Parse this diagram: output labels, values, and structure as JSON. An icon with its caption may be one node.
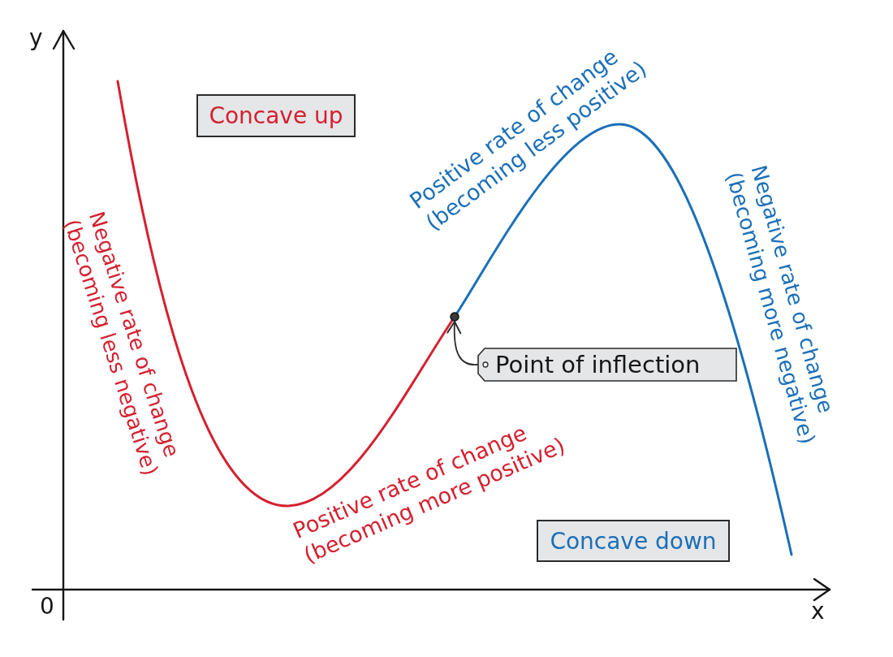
{
  "diagram": {
    "nodes": [
      {
        "text": [
          "Concave up"
        ]
      },
      {
        "text": [],
        "shape": "circle"
      },
      {
        "text": [
          "Point of inflection"
        ]
      },
      {
        "text": [
          "Concave down"
        ]
      }
    ],
    "edges": [
      {
        "from": 2,
        "to": 1,
        "arrow": "to"
      }
    ],
    "labels": [
      "y",
      "Positive rate of change (becoming less positive)",
      "Negative rate of change (becoming more negative)",
      "Negative rate of change (becoming less negative)",
      "Positive rate of change (becoming more positive)",
      "0",
      "x"
    ]
  }
}
